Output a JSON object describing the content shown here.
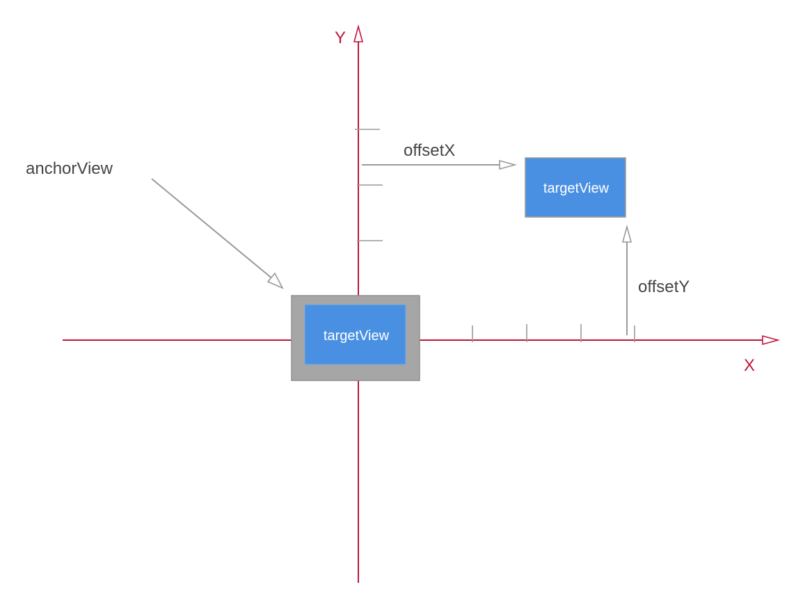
{
  "diagram": {
    "axes": {
      "x_label": "X",
      "y_label": "Y",
      "axis_color": "#c0143c"
    },
    "annotations": {
      "anchor_label": "anchorView",
      "offset_x_label": "offsetX",
      "offset_y_label": "offsetY",
      "line_color": "#999999",
      "text_color": "#444444"
    },
    "anchor_view": {
      "fill_color": "#a6a6a6",
      "border_color": "#8f8f8f"
    },
    "target_view_origin": {
      "label": "targetView",
      "fill_color": "#4a90e2",
      "text_color": "#ffffff"
    },
    "target_view_offset": {
      "label": "targetView",
      "fill_color": "#4a90e2",
      "text_color": "#ffffff"
    }
  }
}
